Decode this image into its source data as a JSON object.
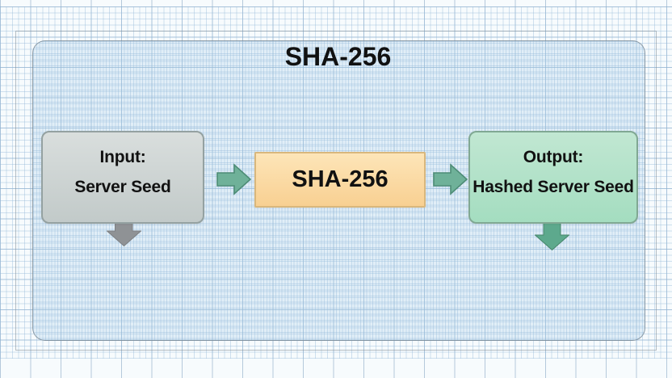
{
  "diagram": {
    "title": "SHA-256",
    "nodes": {
      "input": {
        "line1": "Input:",
        "line2": "Server Seed"
      },
      "process": {
        "label": "SHA-256"
      },
      "output": {
        "line1": "Output:",
        "line2": "Hashed Server Seed"
      }
    },
    "icons": {
      "flow_right": "right-arrow-icon",
      "input_out": "down-arrow-icon",
      "output_out": "down-arrow-icon"
    },
    "colors": {
      "page_bg": "#f7fbfd",
      "grid_fine": "rgba(148,185,216,0.42)",
      "grid_major": "rgba(116,152,186,0.50)",
      "canvas_tint": "rgba(168,205,232,0.28)",
      "title_text": "#111111",
      "input_fill_top": "#d9dedd",
      "input_fill_bottom": "#c2cac9",
      "input_border": "#94a1a1",
      "process_fill_top": "#fde5b8",
      "process_fill_bottom": "#f8d092",
      "process_border": "#d9b77c",
      "output_fill_top": "#c1e7d2",
      "output_fill_bottom": "#a4ddc0",
      "output_border": "#80a893",
      "arrow_green": "#6fb199",
      "arrow_green_stroke": "#4d8c76",
      "arrow_green_dark": "#5da98d",
      "arrow_green_dark_stroke": "#46856a",
      "arrow_gray": "#8f9295",
      "arrow_gray_stroke": "#7c7f82"
    }
  }
}
